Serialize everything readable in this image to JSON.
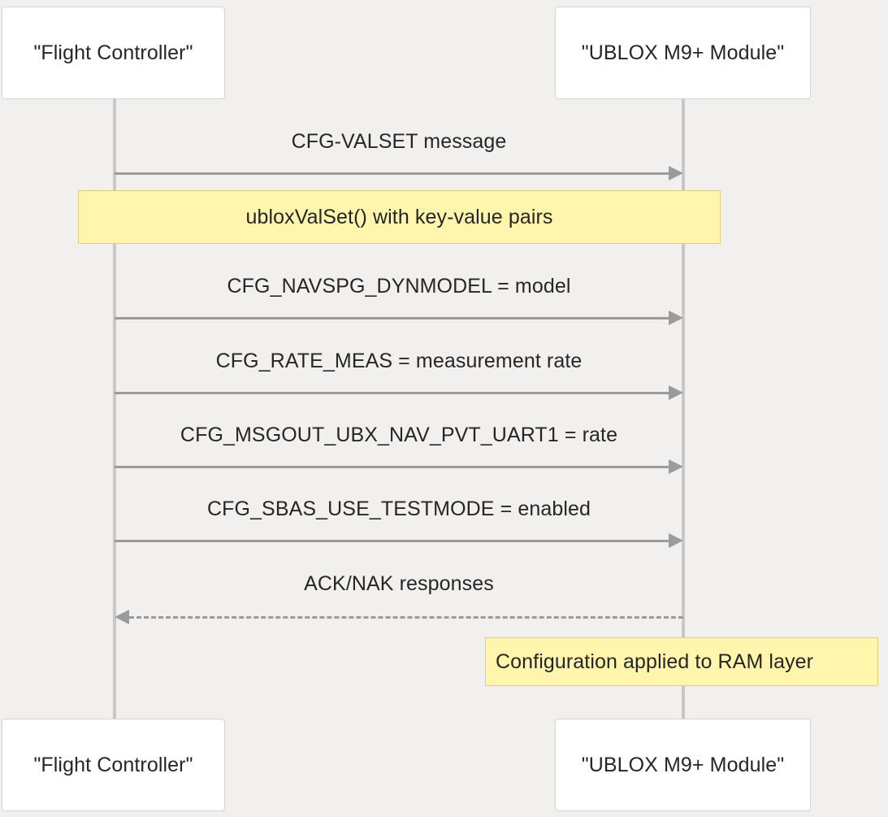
{
  "diagram": {
    "type": "sequence-diagram",
    "background_color": "#F1F0EE",
    "participants": [
      {
        "id": "flight-controller",
        "label": "\"Flight Controller\""
      },
      {
        "id": "ublox-module",
        "label": "\"UBLOX M9+ Module\""
      }
    ],
    "messages": [
      {
        "label": "CFG-VALSET message",
        "from": "flight-controller",
        "to": "ublox-module",
        "style": "solid",
        "direction": "right"
      },
      {
        "label": "CFG_NAVSPG_DYNMODEL = model",
        "from": "flight-controller",
        "to": "ublox-module",
        "style": "solid",
        "direction": "right"
      },
      {
        "label": "CFG_RATE_MEAS = measurement rate",
        "from": "flight-controller",
        "to": "ublox-module",
        "style": "solid",
        "direction": "right"
      },
      {
        "label": "CFG_MSGOUT_UBX_NAV_PVT_UART1 = rate",
        "from": "flight-controller",
        "to": "ublox-module",
        "style": "solid",
        "direction": "right"
      },
      {
        "label": "CFG_SBAS_USE_TESTMODE = enabled",
        "from": "flight-controller",
        "to": "ublox-module",
        "style": "solid",
        "direction": "right"
      },
      {
        "label": "ACK/NAK responses",
        "from": "ublox-module",
        "to": "flight-controller",
        "style": "dashed",
        "direction": "left"
      }
    ],
    "notes": [
      {
        "id": "note-valset",
        "text": "ubloxValSet() with key-value pairs",
        "placement": "over-both",
        "fill": "#FFF5AD",
        "border": "#DFCE86"
      },
      {
        "id": "note-ram",
        "text": "Configuration applied to RAM layer",
        "placement": "right-of-ublox",
        "fill": "#FFF5AD",
        "border": "#DFCE86"
      }
    ],
    "colors": {
      "note_fill": "#FFF5AD",
      "note_border": "#DFCE86",
      "lifeline": "#C8C8C8",
      "arrow": "#9B9B9B",
      "actor_fill": "#FFFFFF",
      "actor_border": "#D4D4D4",
      "text": "#262626"
    }
  }
}
